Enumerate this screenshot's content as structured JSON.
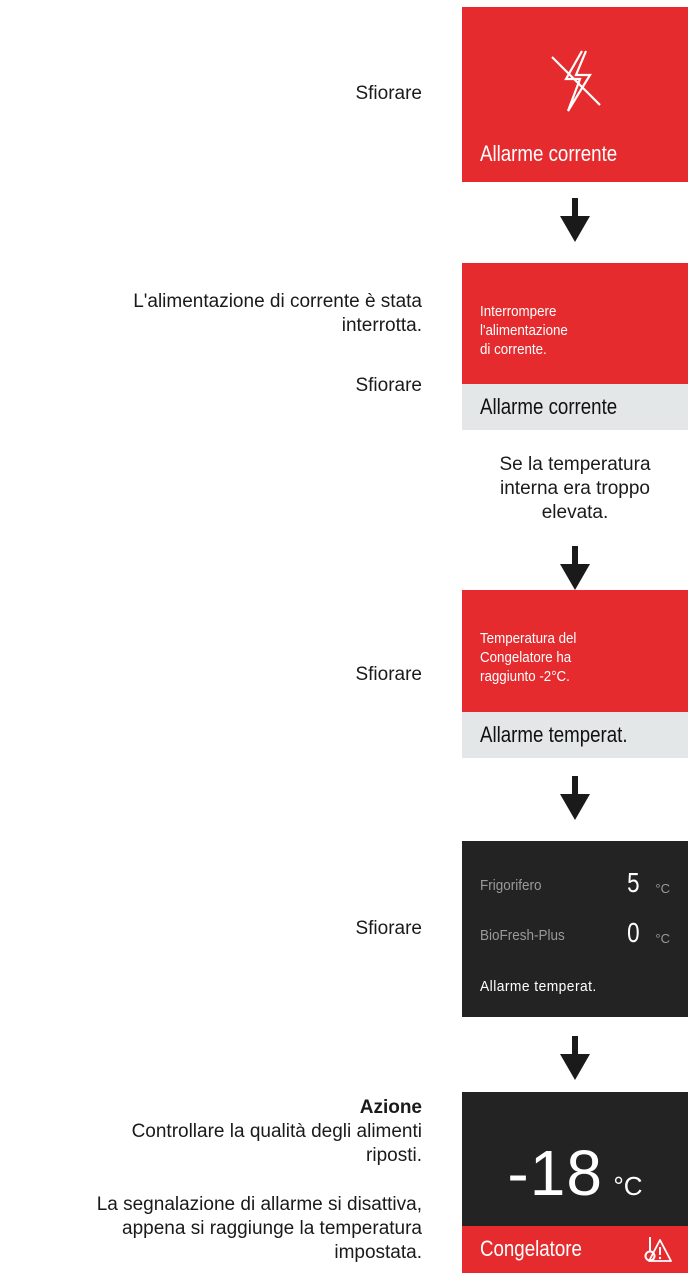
{
  "colors": {
    "alarm_red": "#e52b2e",
    "bar_grey": "#e3e7e8",
    "display_dark": "#232323",
    "text": "#1a1a1a"
  },
  "steps": [
    {
      "instruction": "Sfiorare",
      "panel": {
        "icon": "power-fault-icon",
        "label": "Allarme corrente"
      }
    },
    {
      "instruction_lines": [
        "L'alimentazione di corrente è stata",
        "interrotta."
      ],
      "instruction": "Sfiorare",
      "panel": {
        "message_lines": [
          "Interrompere",
          "l'alimentazione",
          "di corrente."
        ],
        "label": "Allarme corrente"
      },
      "note_lines": [
        "Se la temperatura",
        "interna era troppo",
        "elevata."
      ]
    },
    {
      "instruction": "Sfiorare",
      "panel": {
        "message_lines": [
          "Temperatura del",
          "Congelatore ha",
          "raggiunto -2°C."
        ],
        "label": "Allarme temperat."
      }
    },
    {
      "instruction": "Sfiorare",
      "panel": {
        "rows": [
          {
            "name": "Frigorifero",
            "value": "5",
            "unit": "°C"
          },
          {
            "name": "BioFresh-Plus",
            "value": "0",
            "unit": "°C"
          }
        ],
        "status": "Allarme temperat."
      }
    },
    {
      "action_title": "Azione",
      "action_lines": [
        "Controllare la qualità degli alimenti",
        "riposti."
      ],
      "info_lines": [
        "La segnalazione di allarme si disattiva,",
        "appena si raggiunge la temperatura",
        "impostata."
      ],
      "panel": {
        "temperature": "-18",
        "unit": "°C",
        "label": "Congelatore",
        "icon": "temperature-alarm-icon"
      }
    }
  ]
}
